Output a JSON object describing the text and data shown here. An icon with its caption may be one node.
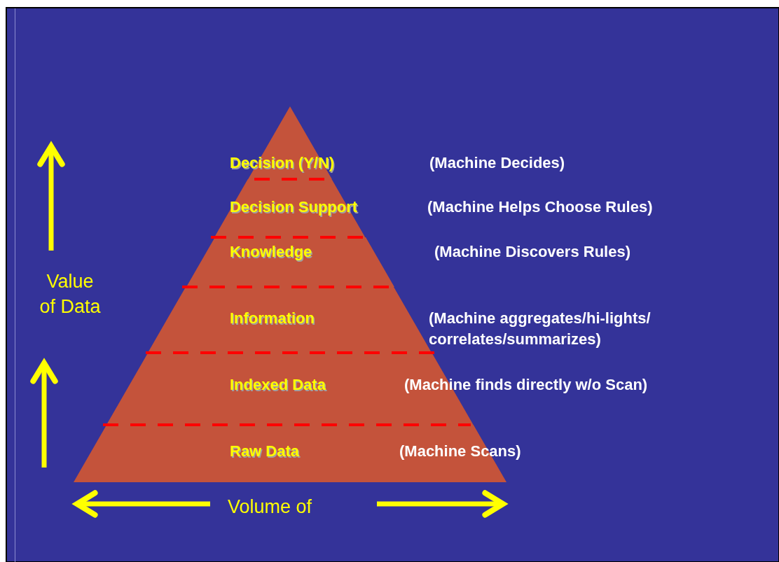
{
  "diagram": {
    "nodes": [
      {
        "text": [
          "Decision (Y/N)"
        ]
      },
      {
        "text": [
          "Decision Support"
        ]
      },
      {
        "text": [
          "Knowledge"
        ]
      },
      {
        "text": [
          "Information"
        ]
      },
      {
        "text": [
          "Indexed Data"
        ]
      },
      {
        "text": [
          "Raw Data"
        ]
      }
    ],
    "labels": [
      "(Machine Decides)",
      "(Machine Helps Choose Rules)",
      "(Machine Discovers Rules)",
      "Value of Data",
      "(Machine aggregates/hi-lights/ correlates/summarizes)",
      "(Machine finds directly w/o Scan)",
      "(Machine Scans)",
      "Volume of"
    ]
  }
}
